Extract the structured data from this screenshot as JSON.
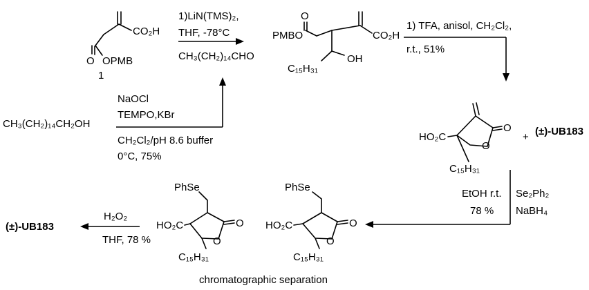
{
  "compound1": {
    "co2h": "CO₂H",
    "opmb": "OPMB",
    "o": "O",
    "number": "1"
  },
  "alcohol": {
    "formula": "CH₃(CH₂)₁₄CH₂OH"
  },
  "step_oxidation": {
    "reagent1": "NaOCl",
    "reagent2": "TEMPO,KBr",
    "solvent": "CH₂Cl₂/pH 8.6 buffer",
    "conditions": "0°C, 75%"
  },
  "step_aldol": {
    "reagent1": "1)LiN(TMS)₂,",
    "reagent2": "THF, -78°C",
    "aldehyde": "CH₃(CH₂)₁₄CHO"
  },
  "intermediate": {
    "pmbo": "PMBO",
    "co2h": "CO₂H",
    "c15h31": "C₁₅H₃₁",
    "oh": "OH",
    "o": "O"
  },
  "step_deprotect": {
    "line1": "1)  TFA, anisol, CH₂Cl₂,",
    "line2": "r.t., 51%"
  },
  "lactone_product": {
    "ho2c": "HO₂C",
    "c15h31": "C₁₅H₃₁",
    "o_ring": "O",
    "o_carbonyl": "O",
    "plus": "+",
    "ub183": "(±)-UB183"
  },
  "step_selenide": {
    "solvent": "EtOH r.t.",
    "yield": "78 %",
    "reagent1": "Se₂Ph₂",
    "reagent2": "NaBH₄"
  },
  "selenide_a": {
    "phse": "PhSe",
    "ho2c": "HO₂C",
    "c15h31": "C₁₅H₃₁",
    "o_ring": "O",
    "o_carbonyl": "O"
  },
  "selenide_b": {
    "phse": "PhSe",
    "ho2c": "HO₂C",
    "c15h31": "C₁₅H₃₁",
    "o_ring": "O",
    "o_carbonyl": "O"
  },
  "step_elimination": {
    "reagent": "H₂O₂",
    "conditions": "THF, 78 %"
  },
  "final_product": {
    "label": "(±)-UB183"
  },
  "footer": {
    "caption": "chromatographic separation"
  }
}
